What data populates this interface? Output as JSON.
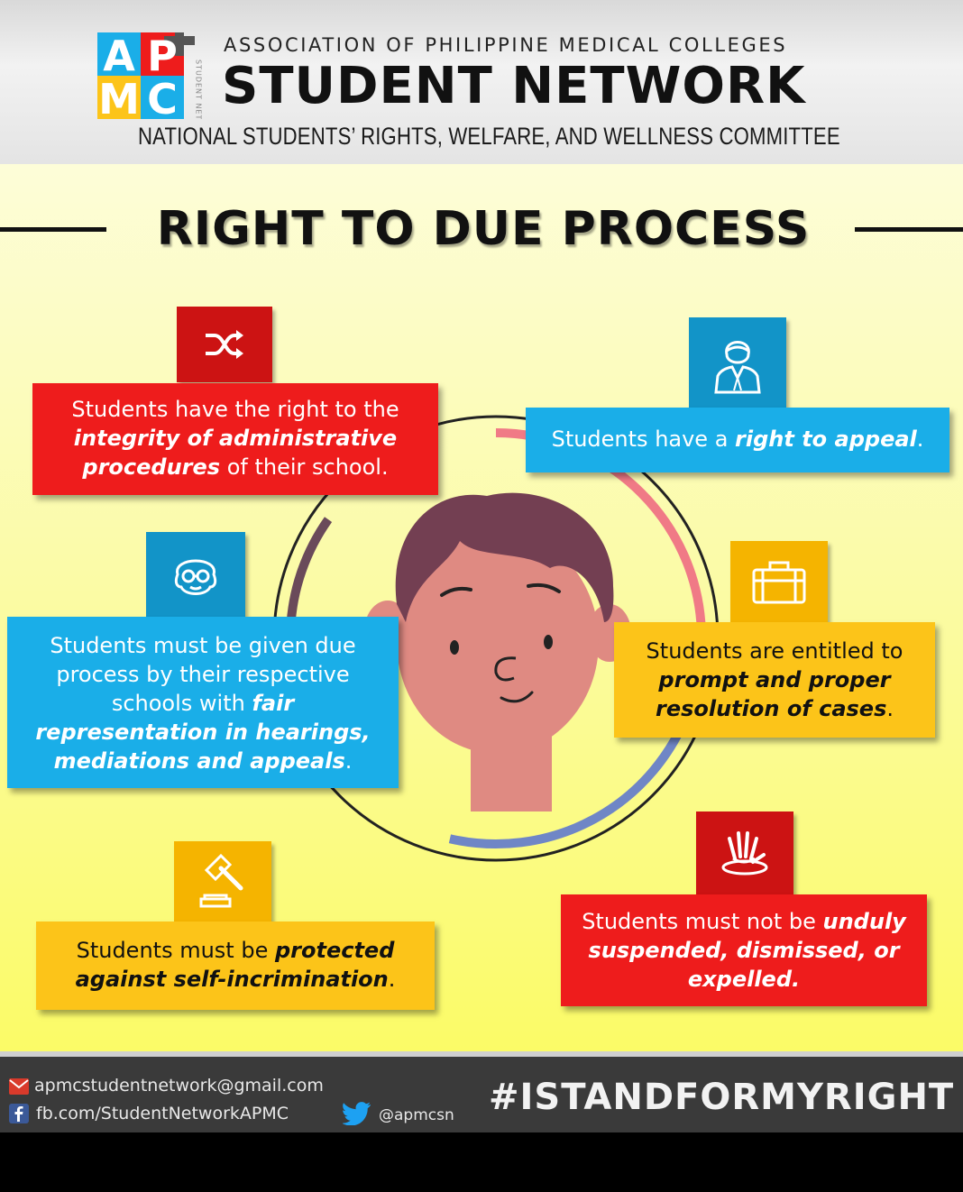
{
  "header": {
    "logo": {
      "letters": [
        "A",
        "P",
        "M",
        "C"
      ],
      "side_text": "STUDENT NETWORK"
    },
    "organization": "ASSOCIATION OF PHILIPPINE MEDICAL COLLEGES",
    "network": "STUDENT NETWORK",
    "committee": "NATIONAL STUDENTS’ RIGHTS, WELFARE, AND WELLNESS COMMITTEE"
  },
  "title": "RIGHT TO DUE PROCESS",
  "rights": [
    {
      "icon": "shuffle-icon",
      "color": "red",
      "lines": [
        [
          "Students have the right to the",
          ""
        ],
        [
          "",
          "integrity of administrative"
        ],
        [
          "",
          "procedures",
          " of their school."
        ]
      ]
    },
    {
      "icon": "person-icon",
      "color": "blue",
      "lines": [
        [
          "Students have a ",
          "right to appeal",
          "."
        ]
      ]
    },
    {
      "icon": "elderly-face-icon",
      "color": "blue",
      "lines": [
        [
          "Students must be given due"
        ],
        [
          "process by their respective"
        ],
        [
          "schools with ",
          "fair"
        ],
        [
          "",
          "representation in hearings,"
        ],
        [
          "",
          "mediations and appeals",
          "."
        ]
      ]
    },
    {
      "icon": "briefcase-icon",
      "color": "yellow",
      "lines": [
        [
          "Students are entitled to"
        ],
        [
          "",
          "prompt and proper"
        ],
        [
          "",
          "resolution of cases",
          "."
        ]
      ]
    },
    {
      "icon": "gavel-icon",
      "color": "yellow",
      "lines": [
        [
          "Students must be ",
          "protected"
        ],
        [
          "",
          "against self-incrimination",
          "."
        ]
      ]
    },
    {
      "icon": "drowning-hand-icon",
      "color": "red",
      "lines": [
        [
          "Students must not be ",
          "unduly"
        ],
        [
          "",
          "suspended, dismissed, or"
        ],
        [
          "",
          "expelled."
        ]
      ]
    }
  ],
  "colors": {
    "red": "#ee1c1c",
    "blue": "#1aaee8",
    "yellow": "#fcc419",
    "background_top": "#fdfdd8",
    "background_bottom": "#fbfb66",
    "face": "#df8a82",
    "hair": "#733f52"
  },
  "footer": {
    "email": "apmcstudentnetwork@gmail.com",
    "facebook": "fb.com/StudentNetworkAPMC",
    "twitter": "@apmcsn",
    "hashtag": "#ISTANDFORMYRIGHT"
  }
}
